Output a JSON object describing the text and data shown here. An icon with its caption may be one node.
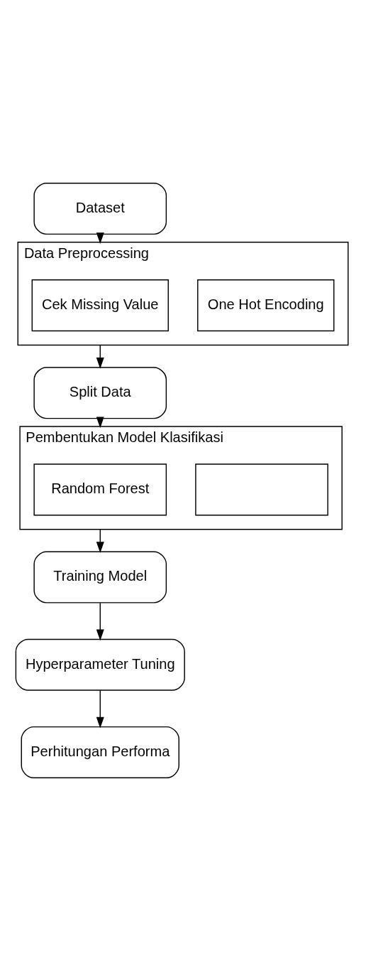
{
  "diagram": {
    "nodes": [
      {
        "text": [
          "Dataset"
        ]
      },
      {
        "text": [
          "Data Preprocessing"
        ]
      },
      {
        "text": [
          "Cek Missing Value"
        ],
        "in": 1
      },
      {
        "text": [
          "One Hot Encoding"
        ],
        "in": 1
      },
      {
        "text": [
          "Split Data"
        ]
      },
      {
        "text": [
          "Pembentukan Model Klasifikasi"
        ]
      },
      {
        "text": [
          "Random Forest"
        ],
        "in": 5
      },
      {
        "text": [],
        "shape": "box",
        "in": 5
      },
      {
        "text": [
          "Training Model"
        ]
      },
      {
        "text": [
          "Hyperparameter Tuning"
        ]
      },
      {
        "text": [
          "Perhitungan Performa"
        ]
      }
    ],
    "edges": [
      {
        "from": 0,
        "to": 1,
        "arrow": "to"
      },
      {
        "from": 1,
        "to": 4,
        "arrow": "to"
      },
      {
        "from": 4,
        "to": 5,
        "arrow": "to"
      },
      {
        "from": 5,
        "to": 8,
        "arrow": "to"
      },
      {
        "from": 8,
        "to": 9,
        "arrow": "to"
      },
      {
        "from": 9,
        "to": 10,
        "arrow": "to"
      }
    ]
  }
}
